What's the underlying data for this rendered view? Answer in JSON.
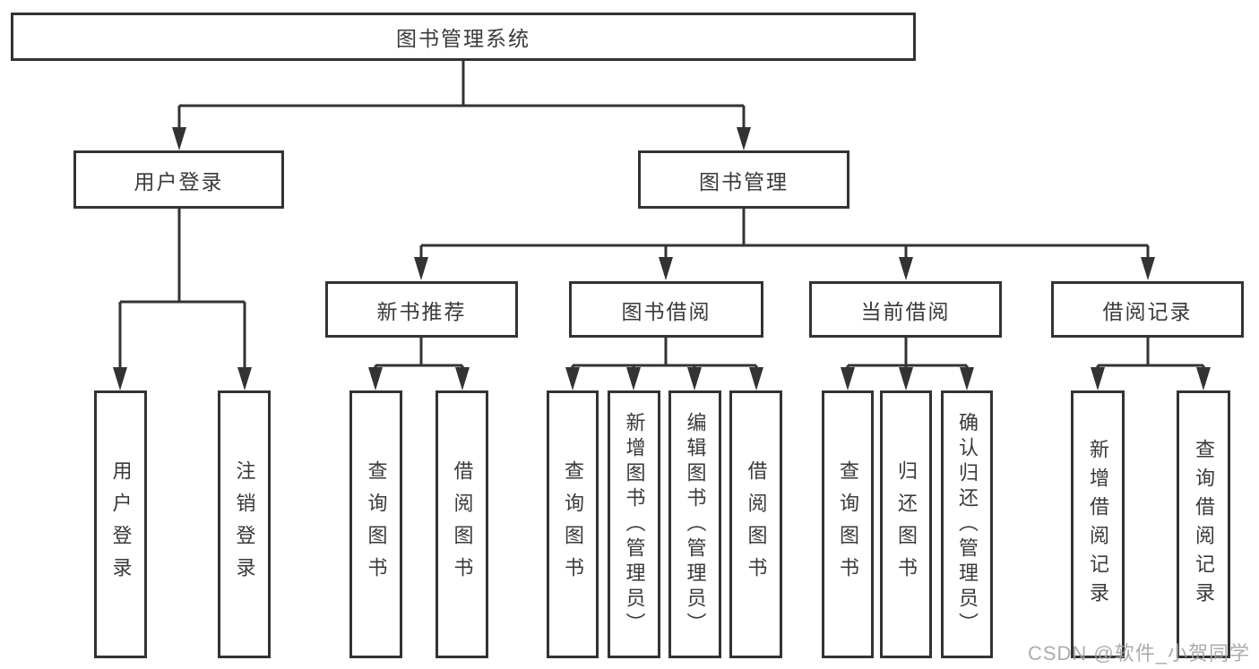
{
  "diagram": {
    "root": {
      "label": "图书管理系统",
      "children": [
        {
          "label": "用户登录",
          "children": [
            {
              "label": "用户登录"
            },
            {
              "label": "注销登录"
            }
          ]
        },
        {
          "label": "图书管理",
          "children": [
            {
              "label": "新书推荐",
              "children": [
                {
                  "label": "查询图书"
                },
                {
                  "label": "借阅图书"
                }
              ]
            },
            {
              "label": "图书借阅",
              "children": [
                {
                  "label": "查询图书"
                },
                {
                  "label": "新增图书（管理员）"
                },
                {
                  "label": "编辑图书（管理员）"
                },
                {
                  "label": "借阅图书"
                }
              ]
            },
            {
              "label": "当前借阅",
              "children": [
                {
                  "label": "查询图书"
                },
                {
                  "label": "归还图书"
                },
                {
                  "label": "确认归还（管理员）"
                }
              ]
            },
            {
              "label": "借阅记录",
              "children": [
                {
                  "label": "新增借阅记录"
                },
                {
                  "label": "查询借阅记录"
                }
              ]
            }
          ]
        }
      ]
    }
  },
  "watermark": {
    "text": "CSDN @软件_小贺同学"
  },
  "colors": {
    "line": "#333333",
    "box_border": "#333333",
    "text": "#3a3a3a",
    "watermark": "#a3a3a3",
    "background": "#ffffff"
  }
}
